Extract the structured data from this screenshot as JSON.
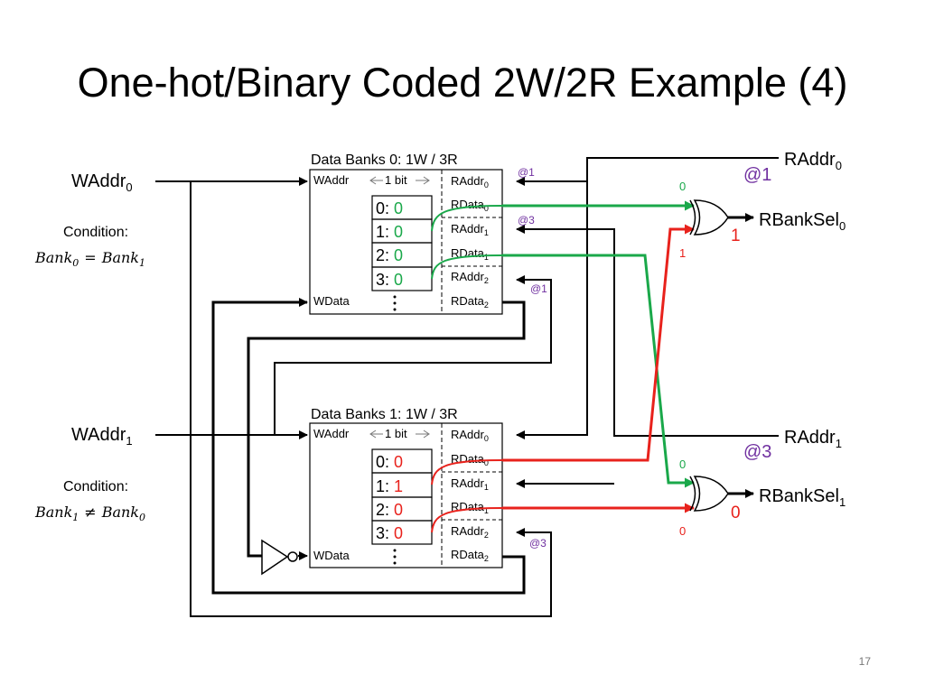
{
  "slide": {
    "title": "One-hot/Binary Coded 2W/2R Example (4)",
    "page_number": "17"
  },
  "colors": {
    "write_one": "#1aa84a",
    "write_zero": "#e8221c",
    "annotation": "#7030a0",
    "wire": "#000000"
  },
  "left": {
    "waddr0": {
      "base": "WAddr",
      "sub": "0"
    },
    "waddr1": {
      "base": "WAddr",
      "sub": "1"
    },
    "cond0": {
      "label": "Condition:",
      "lhs": "Bank",
      "lhs_sub": "0",
      "op": "=",
      "rhs": "Bank",
      "rhs_sub": "1"
    },
    "cond1": {
      "label": "Condition:",
      "lhs": "Bank",
      "lhs_sub": "1",
      "op": "≠",
      "rhs": "Bank",
      "rhs_sub": "0"
    }
  },
  "bank0": {
    "title": "Data Banks 0: 1W / 3R",
    "waddr": "WAddr",
    "wdata": "WData",
    "width": "1 bit",
    "cells": [
      {
        "idx": "0:",
        "val": "0",
        "color": "green"
      },
      {
        "idx": "1:",
        "val": "0",
        "color": "green"
      },
      {
        "idx": "2:",
        "val": "0",
        "color": "green"
      },
      {
        "idx": "3:",
        "val": "0",
        "color": "green"
      }
    ],
    "ports": [
      {
        "base": "RAddr",
        "sub": "0"
      },
      {
        "base": "RData",
        "sub": "0"
      },
      {
        "base": "RAddr",
        "sub": "1"
      },
      {
        "base": "RData",
        "sub": "1"
      },
      {
        "base": "RAddr",
        "sub": "2"
      },
      {
        "base": "RData",
        "sub": "2"
      }
    ],
    "annot": [
      "@1",
      "@3",
      "@1"
    ]
  },
  "bank1": {
    "title": "Data Banks 1: 1W / 3R",
    "waddr": "WAddr",
    "wdata": "WData",
    "width": "1 bit",
    "cells": [
      {
        "idx": "0:",
        "val": "0",
        "color": "red"
      },
      {
        "idx": "1:",
        "val": "1",
        "color": "red"
      },
      {
        "idx": "2:",
        "val": "0",
        "color": "red"
      },
      {
        "idx": "3:",
        "val": "0",
        "color": "red"
      }
    ],
    "ports": [
      {
        "base": "RAddr",
        "sub": "0"
      },
      {
        "base": "RData",
        "sub": "0"
      },
      {
        "base": "RAddr",
        "sub": "1"
      },
      {
        "base": "RData",
        "sub": "1"
      },
      {
        "base": "RAddr",
        "sub": "2"
      },
      {
        "base": "RData",
        "sub": "2"
      }
    ],
    "annot": [
      "@3"
    ]
  },
  "right": {
    "raddr0": {
      "base": "RAddr",
      "sub": "0"
    },
    "raddr1": {
      "base": "RAddr",
      "sub": "1"
    },
    "rbanksel0": {
      "base": "RBankSel",
      "sub": "0"
    },
    "rbanksel1": {
      "base": "RBankSel",
      "sub": "1"
    },
    "annot0": "@1",
    "annot1": "@3",
    "xor0": {
      "in_top": "0",
      "in_bottom": "1",
      "out": "1"
    },
    "xor1": {
      "in_top": "0",
      "in_bottom": "0",
      "out": "0"
    }
  }
}
